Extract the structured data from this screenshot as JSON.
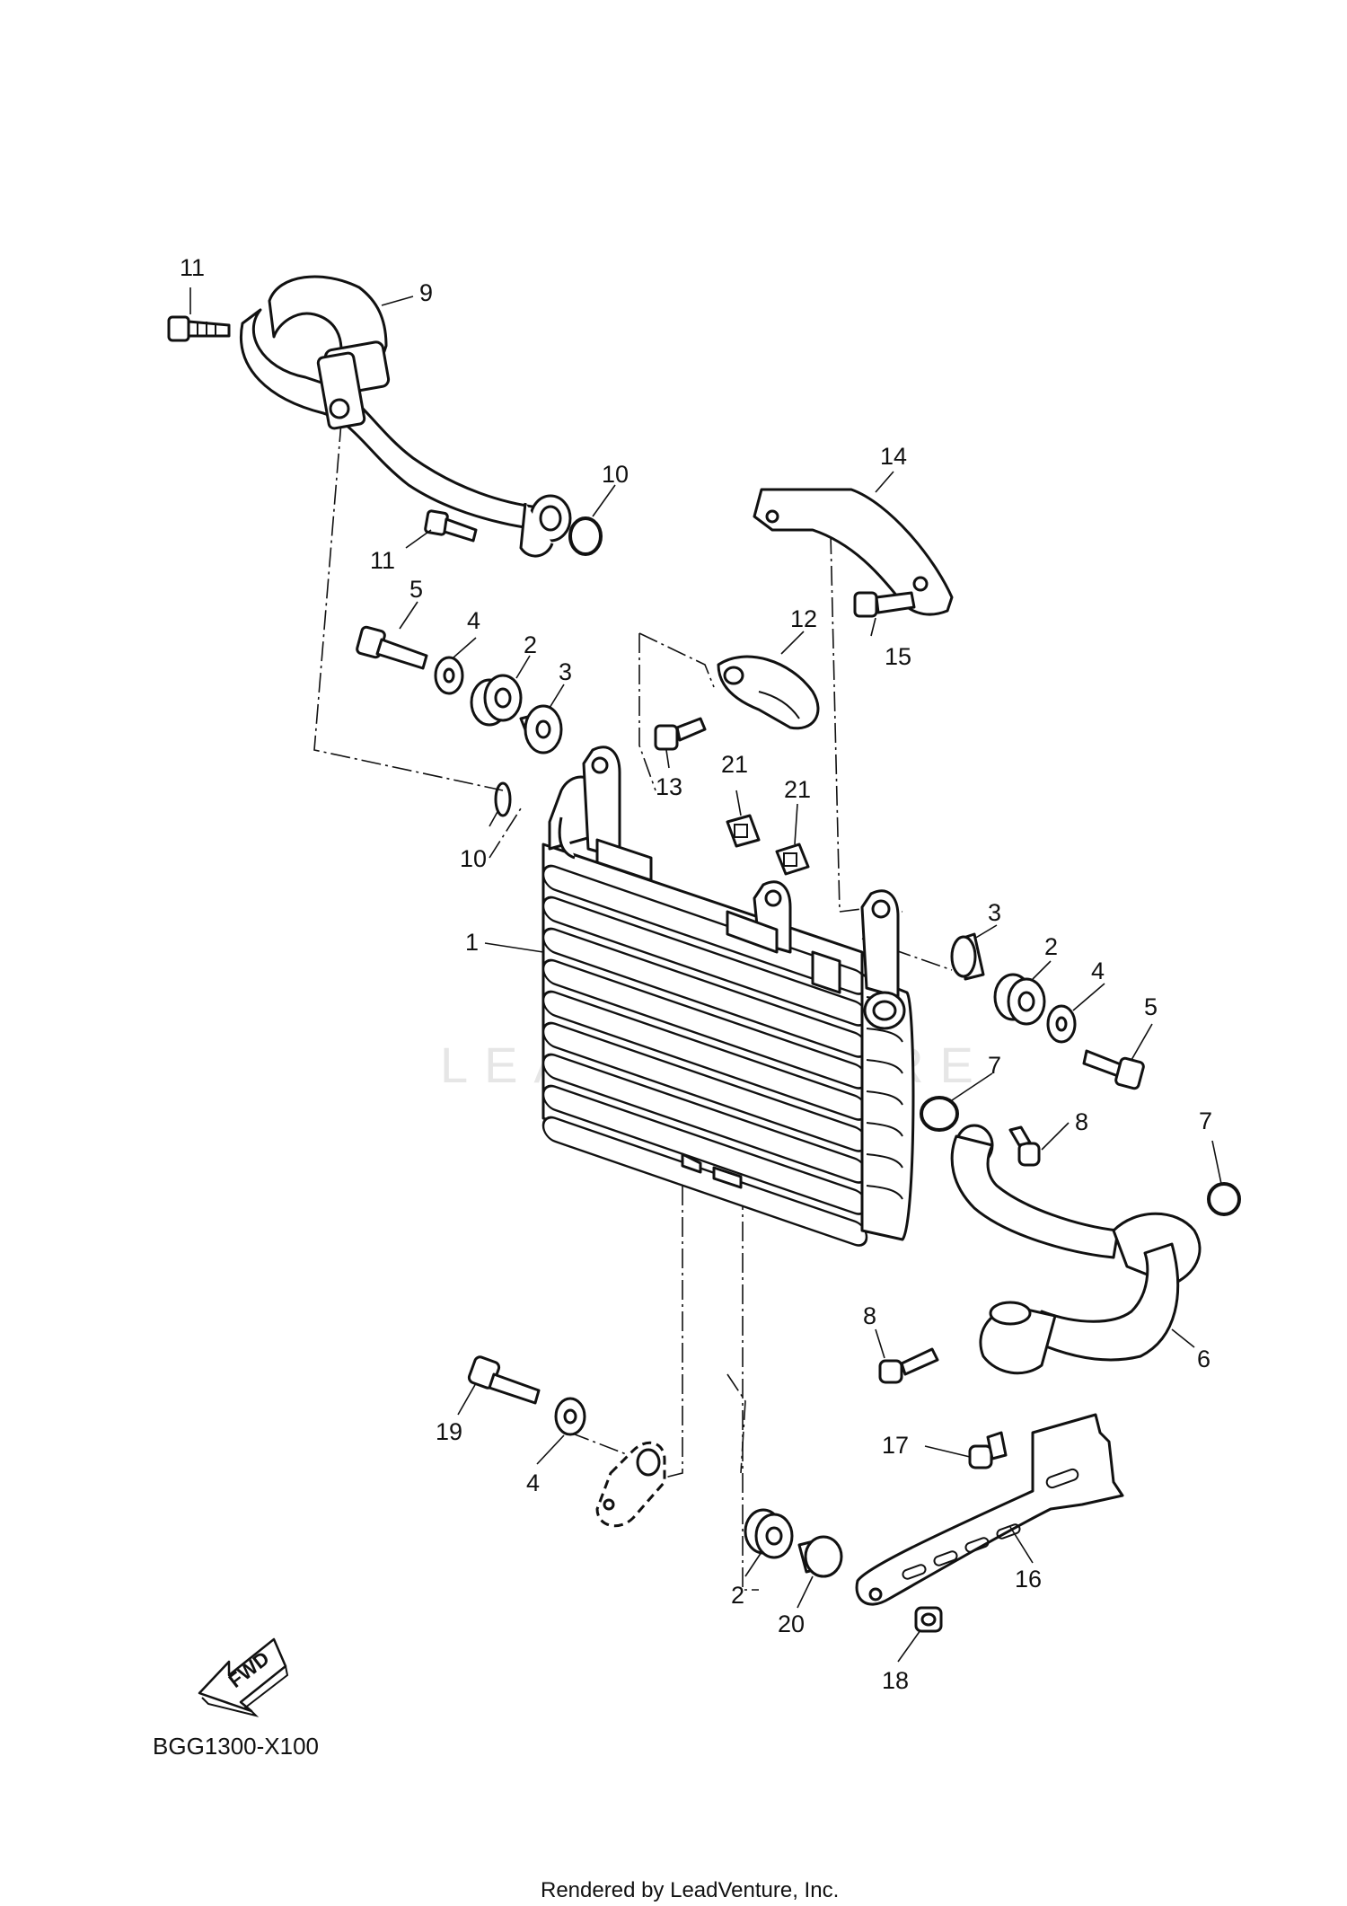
{
  "diagram": {
    "code": "BGG1300-X100",
    "credit": "Rendered by LeadVenture, Inc.",
    "watermark": "LEADVENTURE",
    "direction_label": "FWD",
    "callouts": [
      "11",
      "9",
      "10",
      "11",
      "14",
      "5",
      "4",
      "2",
      "3",
      "12",
      "15",
      "13",
      "21",
      "21",
      "10",
      "1",
      "3",
      "2",
      "4",
      "5",
      "7",
      "8",
      "7",
      "8",
      "6",
      "19",
      "4",
      "17",
      "16",
      "2",
      "20",
      "18"
    ]
  }
}
